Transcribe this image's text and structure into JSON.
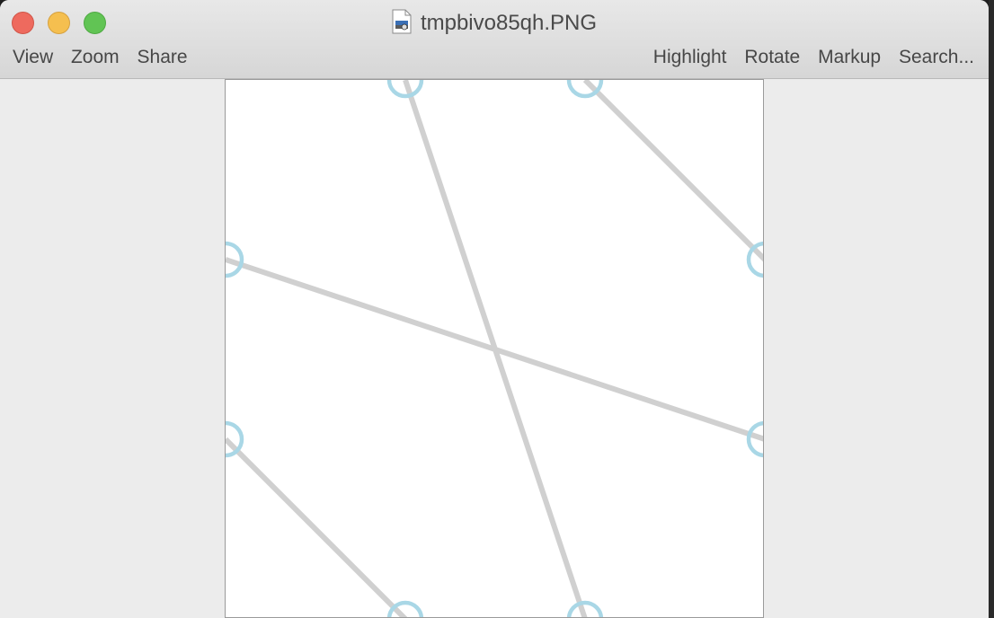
{
  "window": {
    "title": "tmpbivo85qh.PNG",
    "file_icon": "png-file-icon"
  },
  "traffic_lights": {
    "close": "#ee6a5e",
    "minimize": "#f5bf4f",
    "zoom": "#61c454"
  },
  "toolbar": {
    "left_items": [
      "View",
      "Zoom",
      "Share"
    ],
    "right_items": [
      "Highlight",
      "Rotate",
      "Markup",
      "Search..."
    ]
  },
  "graph": {
    "edge_color": "#d0d0d0",
    "node_color": "#a9d7e6",
    "node_count": 8,
    "edge_count": 4
  }
}
